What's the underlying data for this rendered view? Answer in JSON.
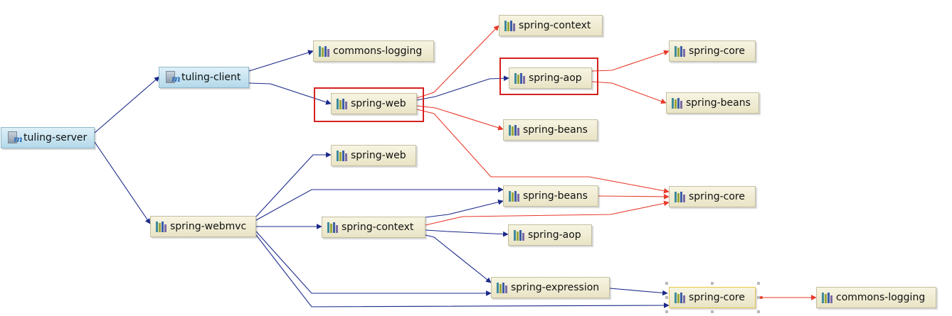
{
  "nodes": {
    "tuling_server": "tuling-server",
    "tuling_client": "tuling-client",
    "commons_logging_1": "commons-logging",
    "spring_web_1": "spring-web",
    "spring_context_1": "spring-context",
    "spring_aop_1": "spring-aop",
    "spring_core_1": "spring-core",
    "spring_beans_1": "spring-beans",
    "spring_beans_2": "spring-beans",
    "spring_webmvc": "spring-webmvc",
    "spring_web_2": "spring-web",
    "spring_beans_3": "spring-beans",
    "spring_core_2": "spring-core",
    "spring_context_2": "spring-context",
    "spring_aop_2": "spring-aop",
    "spring_expression": "spring-expression",
    "spring_core_3": "spring-core",
    "commons_logging_2": "commons-logging"
  },
  "edges": [
    {
      "from": "tuling_server",
      "to": "tuling_client",
      "kind": "dependency"
    },
    {
      "from": "tuling_server",
      "to": "spring_webmvc",
      "kind": "dependency"
    },
    {
      "from": "tuling_client",
      "to": "commons_logging_1",
      "kind": "dependency"
    },
    {
      "from": "tuling_client",
      "to": "spring_web_1",
      "kind": "dependency"
    },
    {
      "from": "spring_web_1",
      "to": "spring_context_1",
      "kind": "conflict"
    },
    {
      "from": "spring_web_1",
      "to": "spring_aop_1",
      "kind": "dependency"
    },
    {
      "from": "spring_web_1",
      "to": "spring_beans_2",
      "kind": "conflict"
    },
    {
      "from": "spring_web_1",
      "to": "spring_core_2",
      "kind": "conflict"
    },
    {
      "from": "spring_aop_1",
      "to": "spring_core_1",
      "kind": "conflict"
    },
    {
      "from": "spring_aop_1",
      "to": "spring_beans_1",
      "kind": "conflict"
    },
    {
      "from": "spring_webmvc",
      "to": "spring_web_2",
      "kind": "dependency"
    },
    {
      "from": "spring_webmvc",
      "to": "spring_beans_3",
      "kind": "dependency"
    },
    {
      "from": "spring_webmvc",
      "to": "spring_context_2",
      "kind": "dependency"
    },
    {
      "from": "spring_webmvc",
      "to": "spring_expression",
      "kind": "dependency"
    },
    {
      "from": "spring_webmvc",
      "to": "spring_core_3",
      "kind": "dependency"
    },
    {
      "from": "spring_context_2",
      "to": "spring_beans_3",
      "kind": "dependency"
    },
    {
      "from": "spring_context_2",
      "to": "spring_core_2",
      "kind": "conflict"
    },
    {
      "from": "spring_context_2",
      "to": "spring_aop_2",
      "kind": "dependency"
    },
    {
      "from": "spring_context_2",
      "to": "spring_expression",
      "kind": "dependency"
    },
    {
      "from": "spring_beans_3",
      "to": "spring_core_2",
      "kind": "conflict"
    },
    {
      "from": "spring_expression",
      "to": "spring_core_3",
      "kind": "dependency"
    },
    {
      "from": "spring_core_3",
      "to": "commons_logging_2",
      "kind": "conflict"
    }
  ],
  "colors": {
    "dependency": "#1c2a8a",
    "conflict": "#e8392a",
    "highlight": "#d62020"
  }
}
